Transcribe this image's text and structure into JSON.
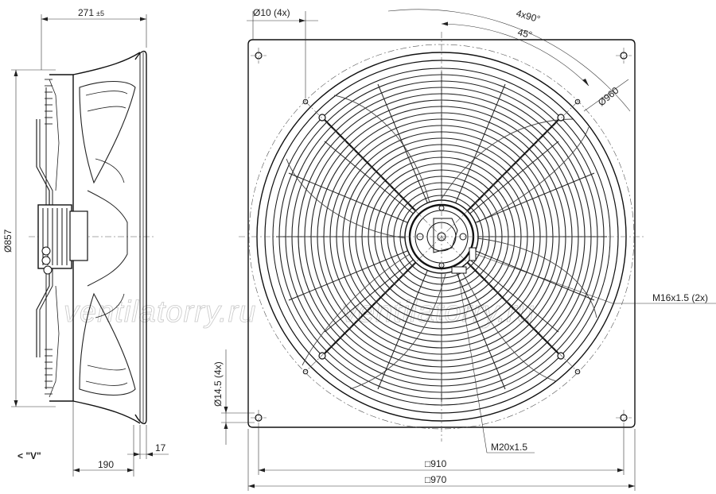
{
  "labels": {
    "depth": "271",
    "depth_tol": "±5",
    "dia_fan": "Ø857",
    "hole_top": "Ø10 (4x)",
    "angle_4x": "4x90°",
    "angle_45": "45°",
    "dia_960": "Ø960",
    "thread_m16": "M16x1.5 (2x)",
    "hole_side": "Ø14.5 (4x)",
    "thread_m20": "M20x1.5",
    "square_910": "□910",
    "square_970": "□970",
    "dim_190": "190",
    "dim_17": "17",
    "view_v": "< \"V\""
  },
  "watermark": "ventilatorry.ru",
  "colors": {
    "ink": "#222222",
    "watermark": "#c9c9c9",
    "background": "#ffffff"
  }
}
